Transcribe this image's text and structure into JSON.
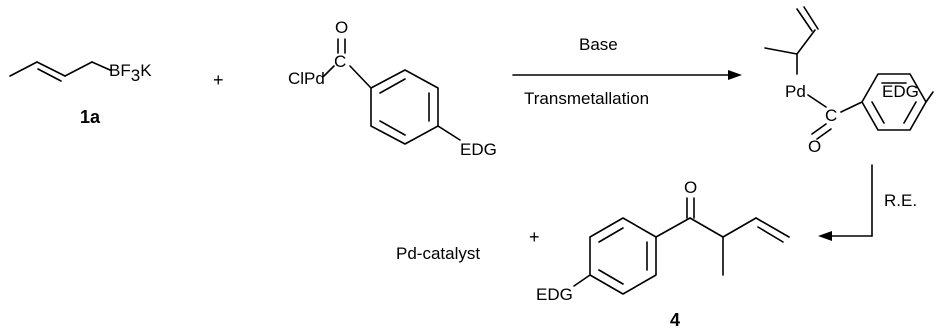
{
  "reagents": {
    "borate_pre": "BF",
    "borate_sub": "3",
    "borate_post": "K",
    "borate_label": "1a",
    "palladium_complex_pd": "ClPd",
    "carbonyl_c": "C",
    "carbonyl_o": "O",
    "edg": "EDG"
  },
  "operators": {
    "plus": "+"
  },
  "conditions": {
    "base": "Base",
    "step": "Transmetallation",
    "reductive_elimination": "R.E."
  },
  "intermediate": {
    "pd": "Pd",
    "c": "C",
    "o": "O",
    "edg": "EDG"
  },
  "products": {
    "catalyst": "Pd-catalyst",
    "ketone_o": "O",
    "edg": "EDG",
    "ketone_label": "4"
  }
}
